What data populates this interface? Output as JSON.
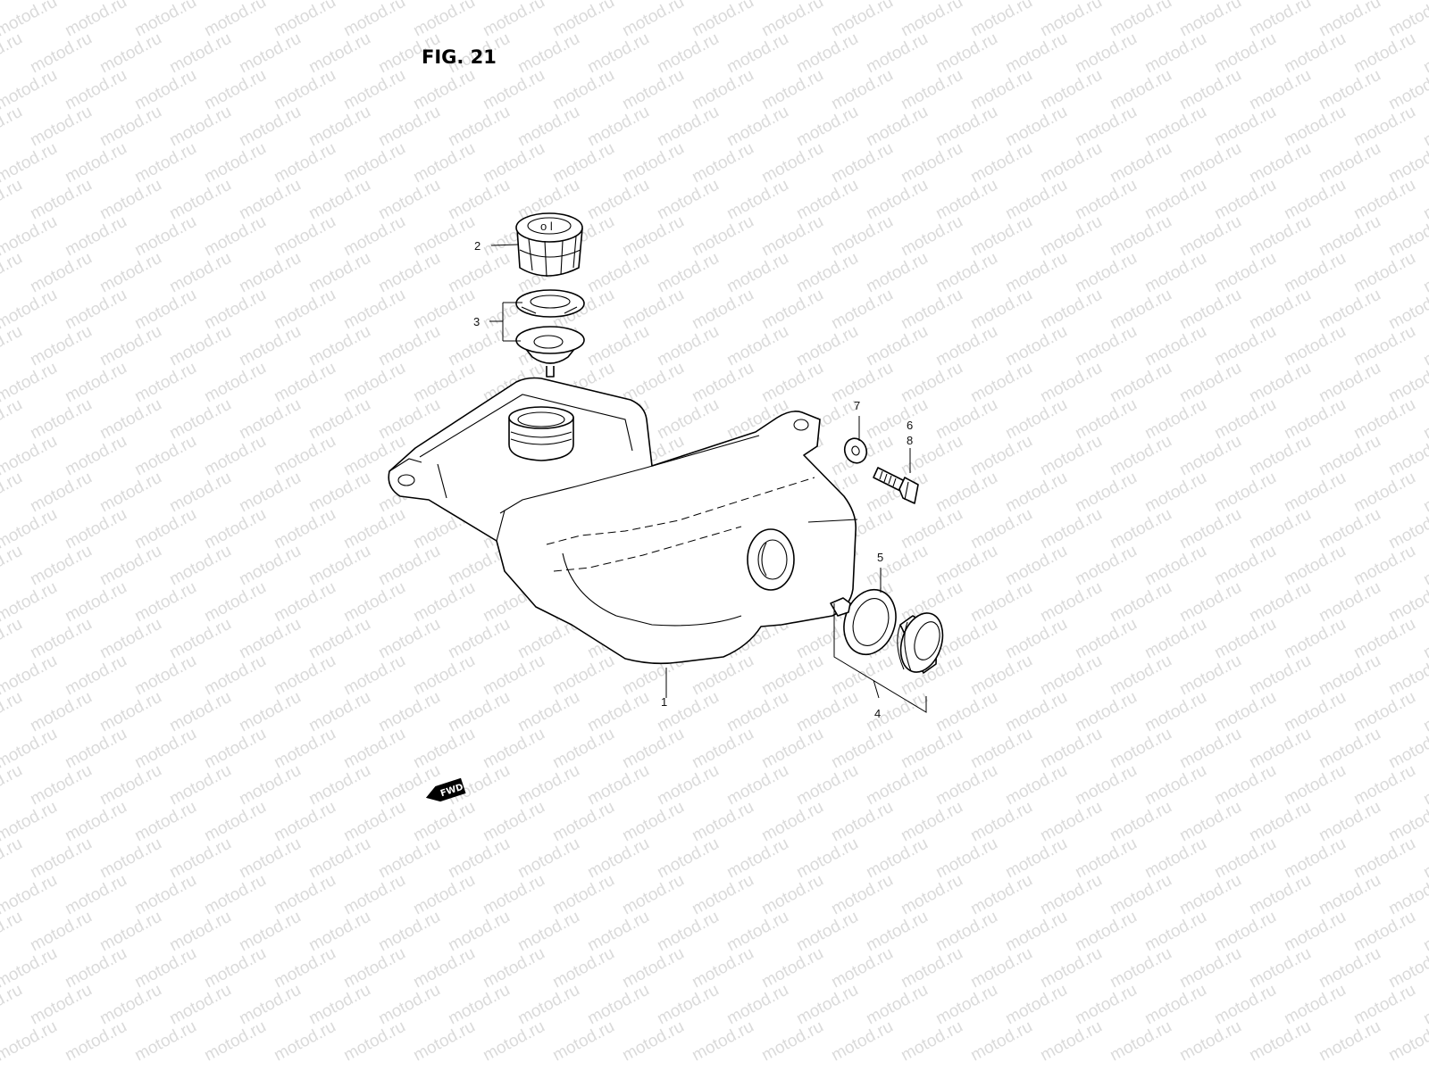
{
  "figure": {
    "title": "FIG. 21"
  },
  "watermark": {
    "text": "motod.ru",
    "color": "#bdbdbd"
  },
  "callouts": {
    "c1": "1",
    "c2": "2",
    "c3": "3",
    "c4": "4",
    "c5": "5",
    "c6": "6",
    "c7": "7",
    "c8": "8"
  },
  "cap_marking": "o l",
  "fwd_arrow": {
    "label": "FWD"
  }
}
